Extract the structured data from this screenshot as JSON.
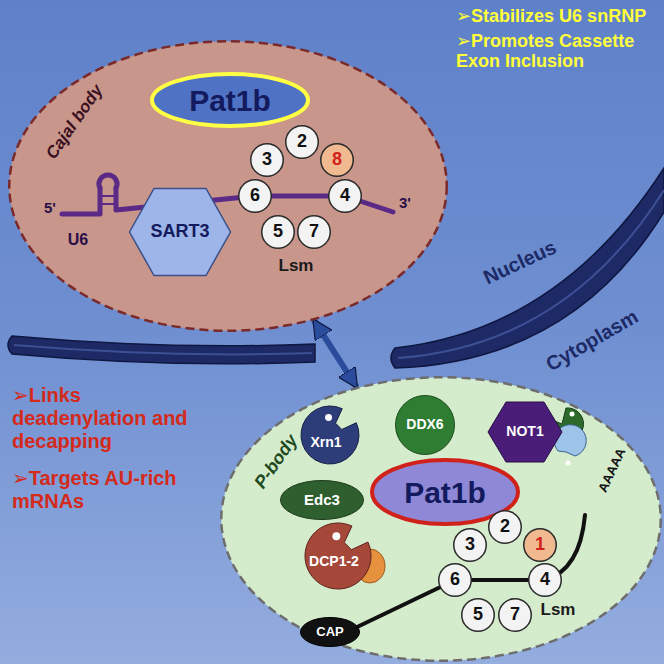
{
  "diagram": {
    "nodes": [
      {
        "text": [
          "Cajal body"
        ]
      },
      {
        "text": [
          "Pat1b"
        ],
        "in": 0
      },
      {
        "text": [
          "3"
        ],
        "in": 0
      },
      {
        "text": [
          "2"
        ],
        "in": 0
      },
      {
        "text": [
          "8"
        ],
        "in": 0
      },
      {
        "text": [
          "6"
        ],
        "in": 0
      },
      {
        "text": [
          "4"
        ],
        "in": 0
      },
      {
        "text": [
          "5"
        ],
        "in": 0
      },
      {
        "text": [
          "7"
        ],
        "in": 0
      },
      {
        "text": [
          "SART3"
        ],
        "in": 0
      },
      {
        "text": [
          "P-body"
        ]
      },
      {
        "text": [
          "Xrn1"
        ],
        "in": 10
      },
      {
        "text": [
          "DDX6"
        ],
        "in": 10
      },
      {
        "text": [
          "NOT1"
        ],
        "in": 10
      },
      {
        "text": [
          "Edc3"
        ],
        "in": 10
      },
      {
        "text": [
          "Pat1b"
        ],
        "in": 10
      },
      {
        "text": [
          "DCP1-2"
        ],
        "in": 10
      },
      {
        "text": [
          "CAP"
        ],
        "in": 10
      },
      {
        "text": [
          "3"
        ],
        "in": 10
      },
      {
        "text": [
          "2"
        ],
        "in": 10
      },
      {
        "text": [
          "1"
        ],
        "in": 10
      },
      {
        "text": [
          "6"
        ],
        "in": 10
      },
      {
        "text": [
          "4"
        ],
        "in": 10
      },
      {
        "text": [
          "5"
        ],
        "in": 10
      },
      {
        "text": [
          "7"
        ],
        "in": 10
      }
    ],
    "edges": [
      {
        "from": 0,
        "to": 10,
        "arrow": "both"
      }
    ],
    "labels": [
      "➢Stabilizes U6 snRNP",
      "➢Promotes Cassette Exon Inclusion",
      "5'",
      "U6",
      "3'",
      "Lsm",
      "Nucleus",
      "Cytoplasm",
      "➢Links deadenylation and decapping",
      "➢Targets AU-rich mRNAs",
      "AAAAA",
      "Lsm"
    ]
  }
}
